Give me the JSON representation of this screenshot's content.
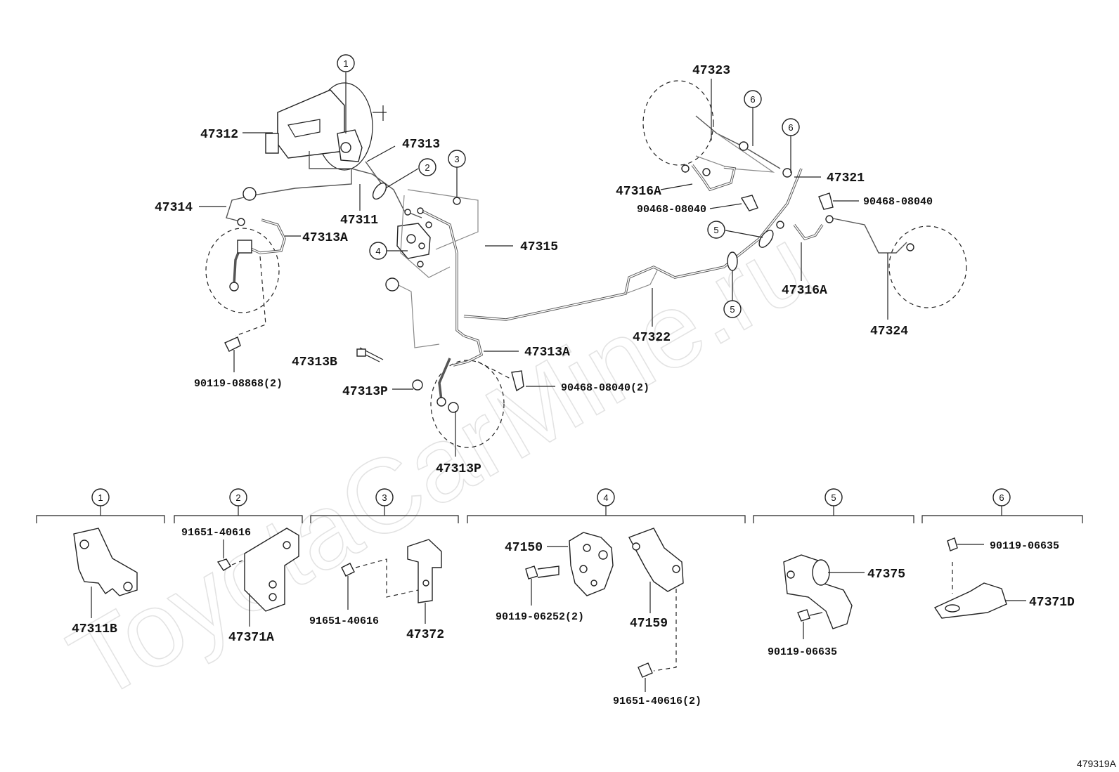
{
  "watermark": "ToyotaCarMine.ru",
  "reference_code": "479319A",
  "callouts": {
    "c1": "1",
    "c2": "2",
    "c3": "3",
    "c4": "4",
    "c5": "5",
    "c6": "6"
  },
  "parts": {
    "p47312": "47312",
    "p47313": "47313",
    "p47314": "47314",
    "p47311": "47311",
    "p47313A_top": "47313A",
    "p47315": "47315",
    "p47313A_mid": "47313A",
    "p47313B": "47313B",
    "p47313P_mid": "47313P",
    "p47313P_low": "47313P",
    "p90119_08868": "90119-08868(2)",
    "p90468_08040_2": "90468-08040(2)",
    "p47323": "47323",
    "p47321": "47321",
    "p47316A_left": "47316A",
    "p90468_08040_l": "90468-08040",
    "p90468_08040_r": "90468-08040",
    "p47316A_right": "47316A",
    "p47322": "47322",
    "p47324": "47324"
  },
  "groups": [
    {
      "callout": "1",
      "parts": {
        "a": "47311B"
      }
    },
    {
      "callout": "2",
      "parts": {
        "a": "91651-40616",
        "b": "47371A"
      }
    },
    {
      "callout": "3",
      "parts": {
        "a": "91651-40616",
        "b": "47372"
      }
    },
    {
      "callout": "4",
      "parts": {
        "a": "47150",
        "b": "90119-06252(2)",
        "c": "47159",
        "d": "91651-40616(2)"
      }
    },
    {
      "callout": "5",
      "parts": {
        "a": "47375",
        "b": "90119-06635"
      }
    },
    {
      "callout": "6",
      "parts": {
        "a": "90119-06635",
        "b": "47371D"
      }
    }
  ]
}
